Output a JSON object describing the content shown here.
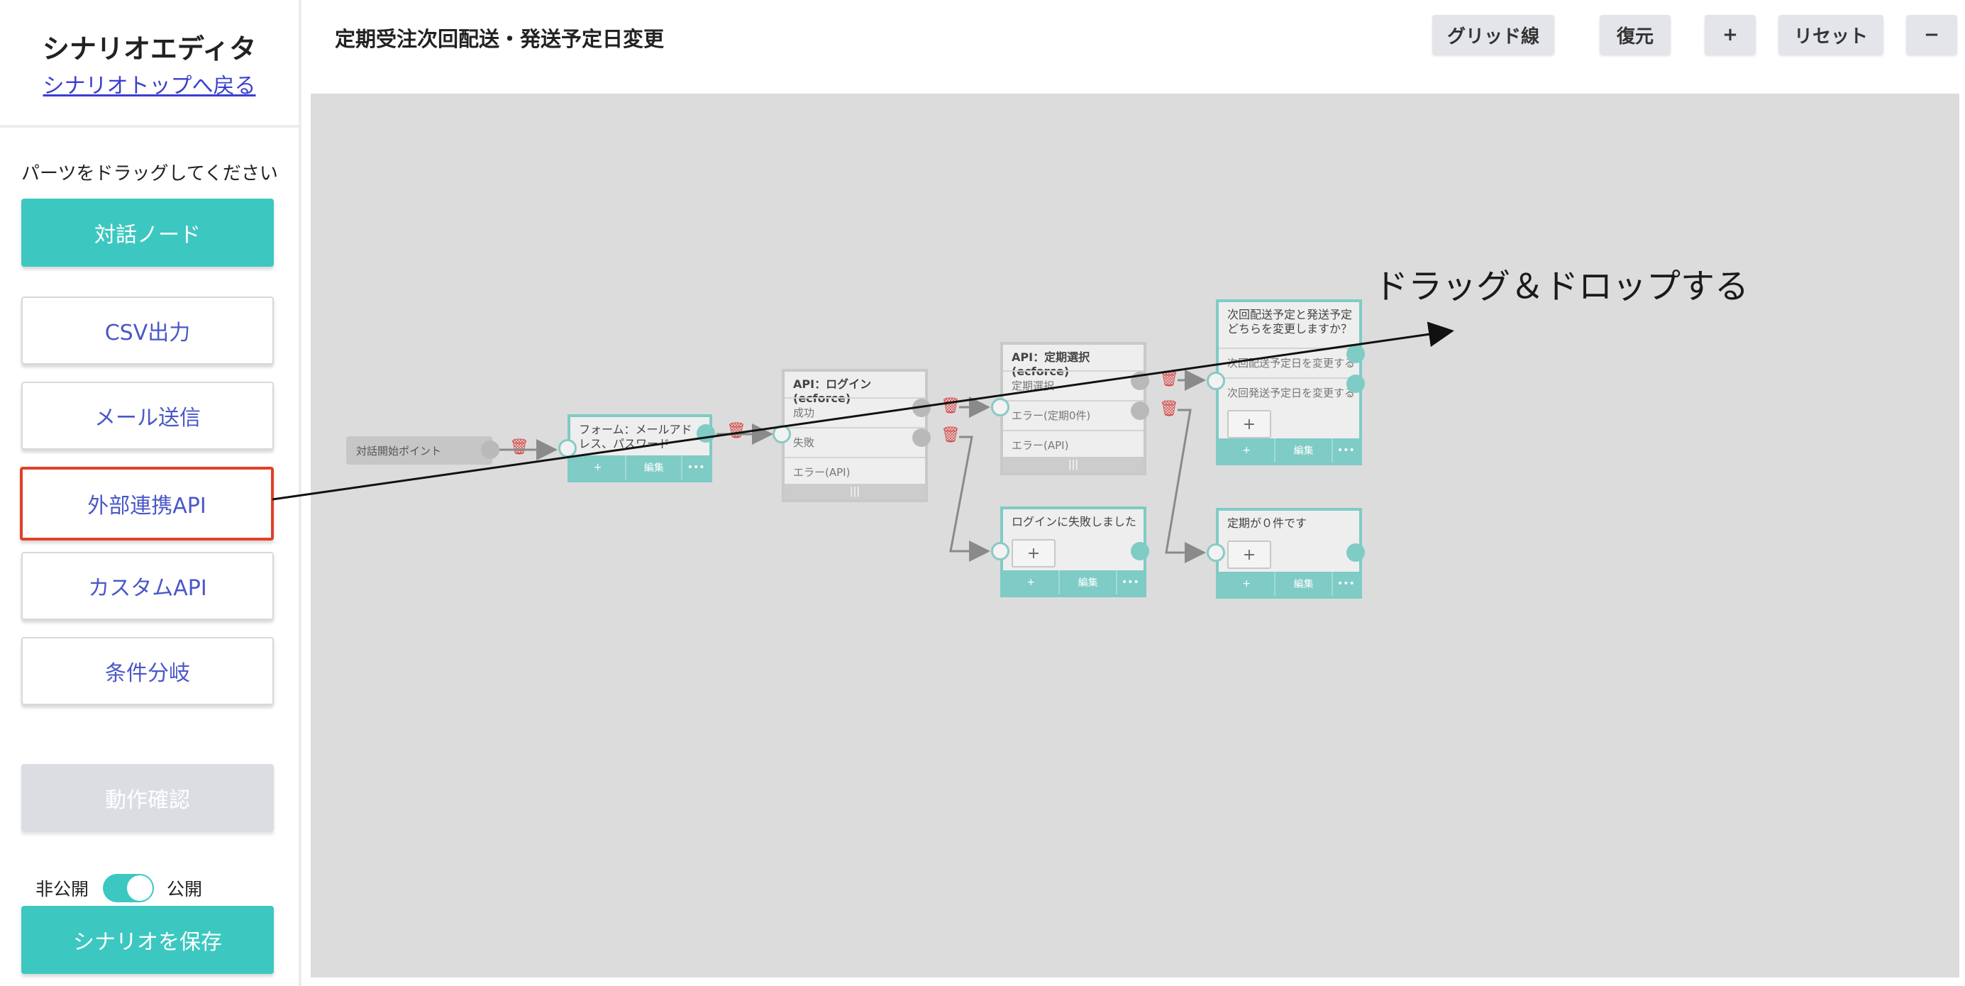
{
  "sidebar": {
    "title": "シナリオエディタ",
    "back_link": "シナリオトップへ戻る",
    "hint": "パーツをドラッグしてください",
    "parts": [
      {
        "label": "対話ノード"
      },
      {
        "label": "CSV出力"
      },
      {
        "label": "メール送信"
      },
      {
        "label": "外部連携API"
      },
      {
        "label": "カスタムAPI"
      },
      {
        "label": "条件分岐"
      }
    ],
    "test_button": "動作確認",
    "toggle_off_label": "非公開",
    "toggle_on_label": "公開",
    "save_button": "シナリオを保存"
  },
  "header": {
    "title": "定期受注次回配送・発送予定日変更",
    "buttons": {
      "grid": "グリッド線",
      "restore": "復元",
      "zoom_in": "+",
      "reset": "リセット",
      "zoom_out": "−"
    }
  },
  "canvas": {
    "start_node": "対話開始ポイント",
    "form_node": {
      "title": "フォーム：メールアドレス、パスワード",
      "add": "+",
      "edit": "編集",
      "more": "•••"
    },
    "login_node": {
      "title": "API：ログイン(ecforce)",
      "rows": [
        "成功",
        "失敗",
        "エラー(API)"
      ],
      "footer": "|||"
    },
    "select_node": {
      "title": "API：定期選択(ecforce)",
      "rows": [
        "定期選択",
        "エラー(定期0件)",
        "エラー(API)"
      ],
      "footer": "|||"
    },
    "question_node": {
      "title": "次回配送予定と発送予定どちらを変更しますか？",
      "rows": [
        "次回配送予定日を変更する",
        "次回発送予定日を変更する"
      ],
      "add": "+",
      "edit": "編集",
      "more": "•••"
    },
    "login_fail_node": {
      "title": "ログインに失敗しました",
      "add": "+",
      "edit": "編集",
      "more": "•••"
    },
    "zero_node": {
      "title": "定期が０件です",
      "add": "+",
      "edit": "編集",
      "more": "•••"
    },
    "trash_icon": "🗑"
  },
  "annotation": {
    "text": "ドラッグ＆ドロップする"
  },
  "colors": {
    "accent": "#3cc8c0",
    "link": "#3a3fd0",
    "part_text": "#4a57c8",
    "highlight": "#e0402a",
    "canvas_bg": "#dcdcdc",
    "trash": "#d94a4a"
  }
}
